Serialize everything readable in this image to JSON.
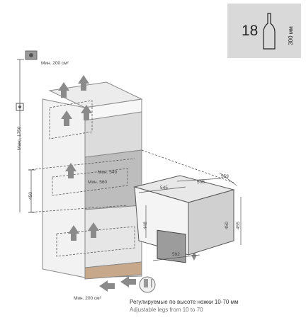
{
  "badge": {
    "count": "18",
    "depth": "300 мм",
    "bottle_icon": "wine-bottle-icon"
  },
  "vents": {
    "top": "Мин. 200 см²",
    "bottom": "Мин. 200 см²"
  },
  "heights": {
    "max": "Макс. 1750",
    "niche_bottom": "450"
  },
  "niche": {
    "depth": "Мин. 549",
    "width": "Мин. 560"
  },
  "appliance": {
    "width": "545",
    "depth_a": "508",
    "depth_b": "559",
    "front_width": "592",
    "body_height": "448",
    "height_a": "450",
    "height_b": "455"
  },
  "legs_icon": "adjustable-legs-icon",
  "caption": {
    "ru": "Регулируемые по высоте ножки 10-70 мм",
    "en": "Adjustable legs from 10 to 70"
  }
}
